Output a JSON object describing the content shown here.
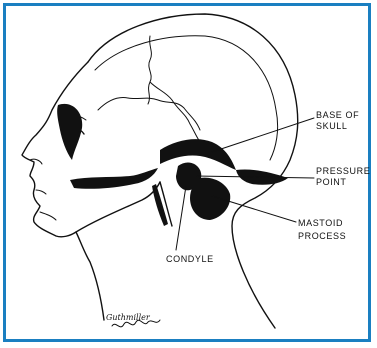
{
  "frame": {
    "border_color": "#1a7fc1"
  },
  "labels": {
    "base_of_skull_line1": "BASE OF",
    "base_of_skull_line2": "SKULL",
    "pressure_point_line1": "PRESSURE",
    "pressure_point_line2": "POINT",
    "mastoid_process_line1": "MASTOID",
    "mastoid_process_line2": "PROCESS",
    "condyle": "CONDYLE"
  },
  "signature": "Guthmiller"
}
